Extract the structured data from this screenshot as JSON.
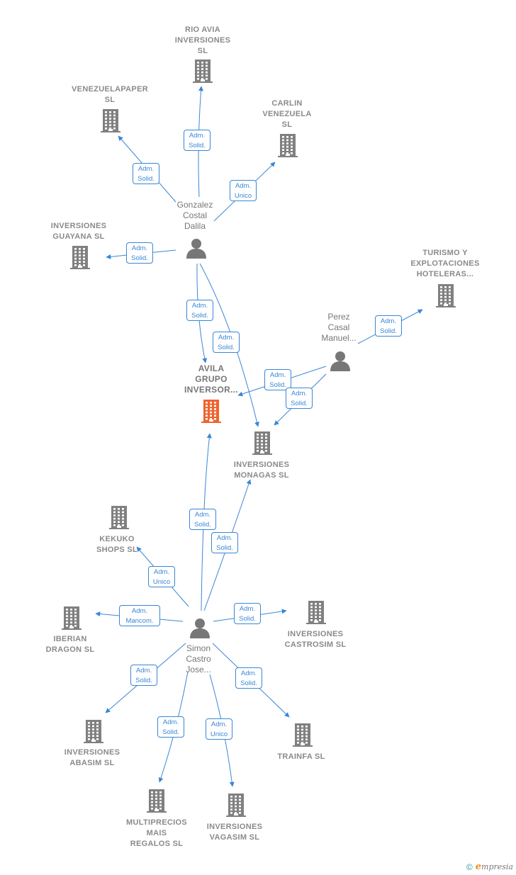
{
  "colors": {
    "edge": "#3a86d6",
    "company": "#808080",
    "main_company": "#f0622e",
    "person": "#777777"
  },
  "companies": [
    {
      "id": "rio",
      "label": "RIO AVIA\nINVERSIONES\nSL",
      "icon": "building-icon"
    },
    {
      "id": "venezuelapaper",
      "label": "VENEZUELAPAPER\nSL",
      "icon": "building-icon"
    },
    {
      "id": "carlin",
      "label": "CARLIN\nVENEZUELA\nSL",
      "icon": "building-icon"
    },
    {
      "id": "guayana",
      "label": "INVERSIONES\nGUAYANA  SL",
      "icon": "building-icon"
    },
    {
      "id": "turismo",
      "label": "TURISMO Y\nEXPLOTACIONES\nHOTELERAS...",
      "icon": "building-icon"
    },
    {
      "id": "avila",
      "label": "AVILA\nGRUPO\nINVERSOR...",
      "icon": "building-icon",
      "main": true
    },
    {
      "id": "monagas",
      "label": "INVERSIONES\nMONAGAS  SL",
      "icon": "building-icon"
    },
    {
      "id": "kekuko",
      "label": "KEKUKO\nSHOPS  SL",
      "icon": "building-icon"
    },
    {
      "id": "iberian",
      "label": "IBERIAN\nDRAGON  SL",
      "icon": "building-icon"
    },
    {
      "id": "castrosim",
      "label": "INVERSIONES\nCASTROSIM SL",
      "icon": "building-icon"
    },
    {
      "id": "abasim",
      "label": "INVERSIONES\nABASIM  SL",
      "icon": "building-icon"
    },
    {
      "id": "trainfa",
      "label": "TRAINFA SL",
      "icon": "building-icon"
    },
    {
      "id": "multiprecios",
      "label": "MULTIPRECIOS\nMAIS\nREGALOS SL",
      "icon": "building-icon"
    },
    {
      "id": "vagasim",
      "label": "INVERSIONES\nVAGASIM  SL",
      "icon": "building-icon"
    }
  ],
  "persons": [
    {
      "id": "gonzalez",
      "label": "Gonzalez\nCostal\nDalila",
      "icon": "person-icon"
    },
    {
      "id": "perez",
      "label": "Perez\nCasal\nManuel...",
      "icon": "person-icon"
    },
    {
      "id": "simon",
      "label": "Simon\nCastro\nJose...",
      "icon": "person-icon"
    }
  ],
  "edges": [
    {
      "from": "gonzalez",
      "to": "rio",
      "label": "Adm.\nSolid."
    },
    {
      "from": "gonzalez",
      "to": "venezuelapaper",
      "label": "Adm.\nSolid."
    },
    {
      "from": "gonzalez",
      "to": "carlin",
      "label": "Adm.\nUnico"
    },
    {
      "from": "gonzalez",
      "to": "guayana",
      "label": "Adm.\nSolid."
    },
    {
      "from": "gonzalez",
      "to": "avila",
      "label": "Adm.\nSolid."
    },
    {
      "from": "gonzalez",
      "to": "monagas",
      "label": "Adm.\nSolid."
    },
    {
      "from": "perez",
      "to": "turismo",
      "label": "Adm.\nSolid."
    },
    {
      "from": "perez",
      "to": "avila",
      "label": "Adm.\nSolid."
    },
    {
      "from": "perez",
      "to": "monagas",
      "label": "Adm.\nSolid."
    },
    {
      "from": "simon",
      "to": "avila",
      "label": "Adm.\nSolid."
    },
    {
      "from": "simon",
      "to": "monagas",
      "label": "Adm.\nSolid."
    },
    {
      "from": "simon",
      "to": "kekuko",
      "label": "Adm.\nUnico"
    },
    {
      "from": "simon",
      "to": "iberian",
      "label": "Adm.\nMancom."
    },
    {
      "from": "simon",
      "to": "castrosim",
      "label": "Adm.\nSolid."
    },
    {
      "from": "simon",
      "to": "abasim",
      "label": "Adm.\nSolid."
    },
    {
      "from": "simon",
      "to": "trainfa",
      "label": "Adm.\nSolid."
    },
    {
      "from": "simon",
      "to": "multiprecios",
      "label": "Adm.\nSolid."
    },
    {
      "from": "simon",
      "to": "vagasim",
      "label": "Adm.\nUnico"
    }
  ],
  "footer": {
    "copyright": "©",
    "brand_initial": "e",
    "brand_rest": "mpresia"
  }
}
